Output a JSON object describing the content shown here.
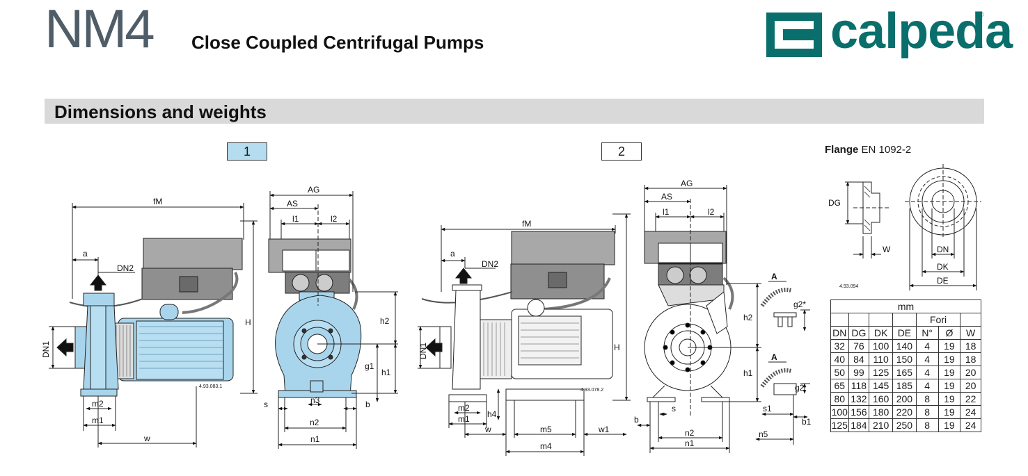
{
  "header": {
    "model": "NM4",
    "subtitle": "Close Coupled Centrifugal Pumps",
    "brand_logo_text": "calpeda",
    "brand_color": "#0a6f6c"
  },
  "section": {
    "title": "Dimensions and weights"
  },
  "drawing1": {
    "badge": "1",
    "code": "4.93.083.1",
    "labels": {
      "fM": "fM",
      "a": "a",
      "DN2": "DN2",
      "DN1": "DN1",
      "H": "H",
      "m2": "m2",
      "m1": "m1",
      "w": "w",
      "AG": "AG",
      "AS": "AS",
      "l1": "l1",
      "l2": "l2",
      "h2": "h2",
      "g1": "g1",
      "h1": "h1",
      "s": "s",
      "n3": "n3",
      "b": "b",
      "n2": "n2",
      "n1": "n1"
    }
  },
  "drawing2": {
    "badge": "2",
    "code": "4.93.078.2",
    "labels": {
      "fM": "fM",
      "a": "a",
      "DN2": "DN2",
      "DN1": "DN1",
      "H": "H",
      "m2": "m2",
      "m1": "m1",
      "h4": "h4",
      "w": "w",
      "m5": "m5",
      "w1": "w1",
      "m4": "m4",
      "AG": "AG",
      "AS": "AS",
      "l1": "l1",
      "l2": "l2",
      "h2": "h2",
      "h1": "h1",
      "b": "b",
      "s": "s",
      "n2": "n2",
      "n1": "n1",
      "A": "A",
      "g2star": "g2*",
      "g2": "g2",
      "s1": "s1",
      "b1": "b1",
      "n5": "n5"
    }
  },
  "flange": {
    "title_bold": "Flange",
    "title_rest": "EN 1092-2",
    "code": "4.93.094",
    "labels": {
      "DG": "DG",
      "W": "W",
      "DN": "DN",
      "DK": "DK",
      "DE": "DE"
    }
  },
  "table": {
    "unit": "mm",
    "group_header": "Fori",
    "headers": [
      "DN",
      "DG",
      "DK",
      "DE",
      "N°",
      "Ø",
      "W"
    ],
    "rows": [
      [
        "32",
        "76",
        "100",
        "140",
        "4",
        "19",
        "18"
      ],
      [
        "40",
        "84",
        "110",
        "150",
        "4",
        "19",
        "18"
      ],
      [
        "50",
        "99",
        "125",
        "165",
        "4",
        "19",
        "20"
      ],
      [
        "65",
        "118",
        "145",
        "185",
        "4",
        "19",
        "20"
      ],
      [
        "80",
        "132",
        "160",
        "200",
        "8",
        "19",
        "22"
      ],
      [
        "100",
        "156",
        "180",
        "220",
        "8",
        "19",
        "24"
      ],
      [
        "125",
        "184",
        "210",
        "250",
        "8",
        "19",
        "24"
      ]
    ]
  }
}
